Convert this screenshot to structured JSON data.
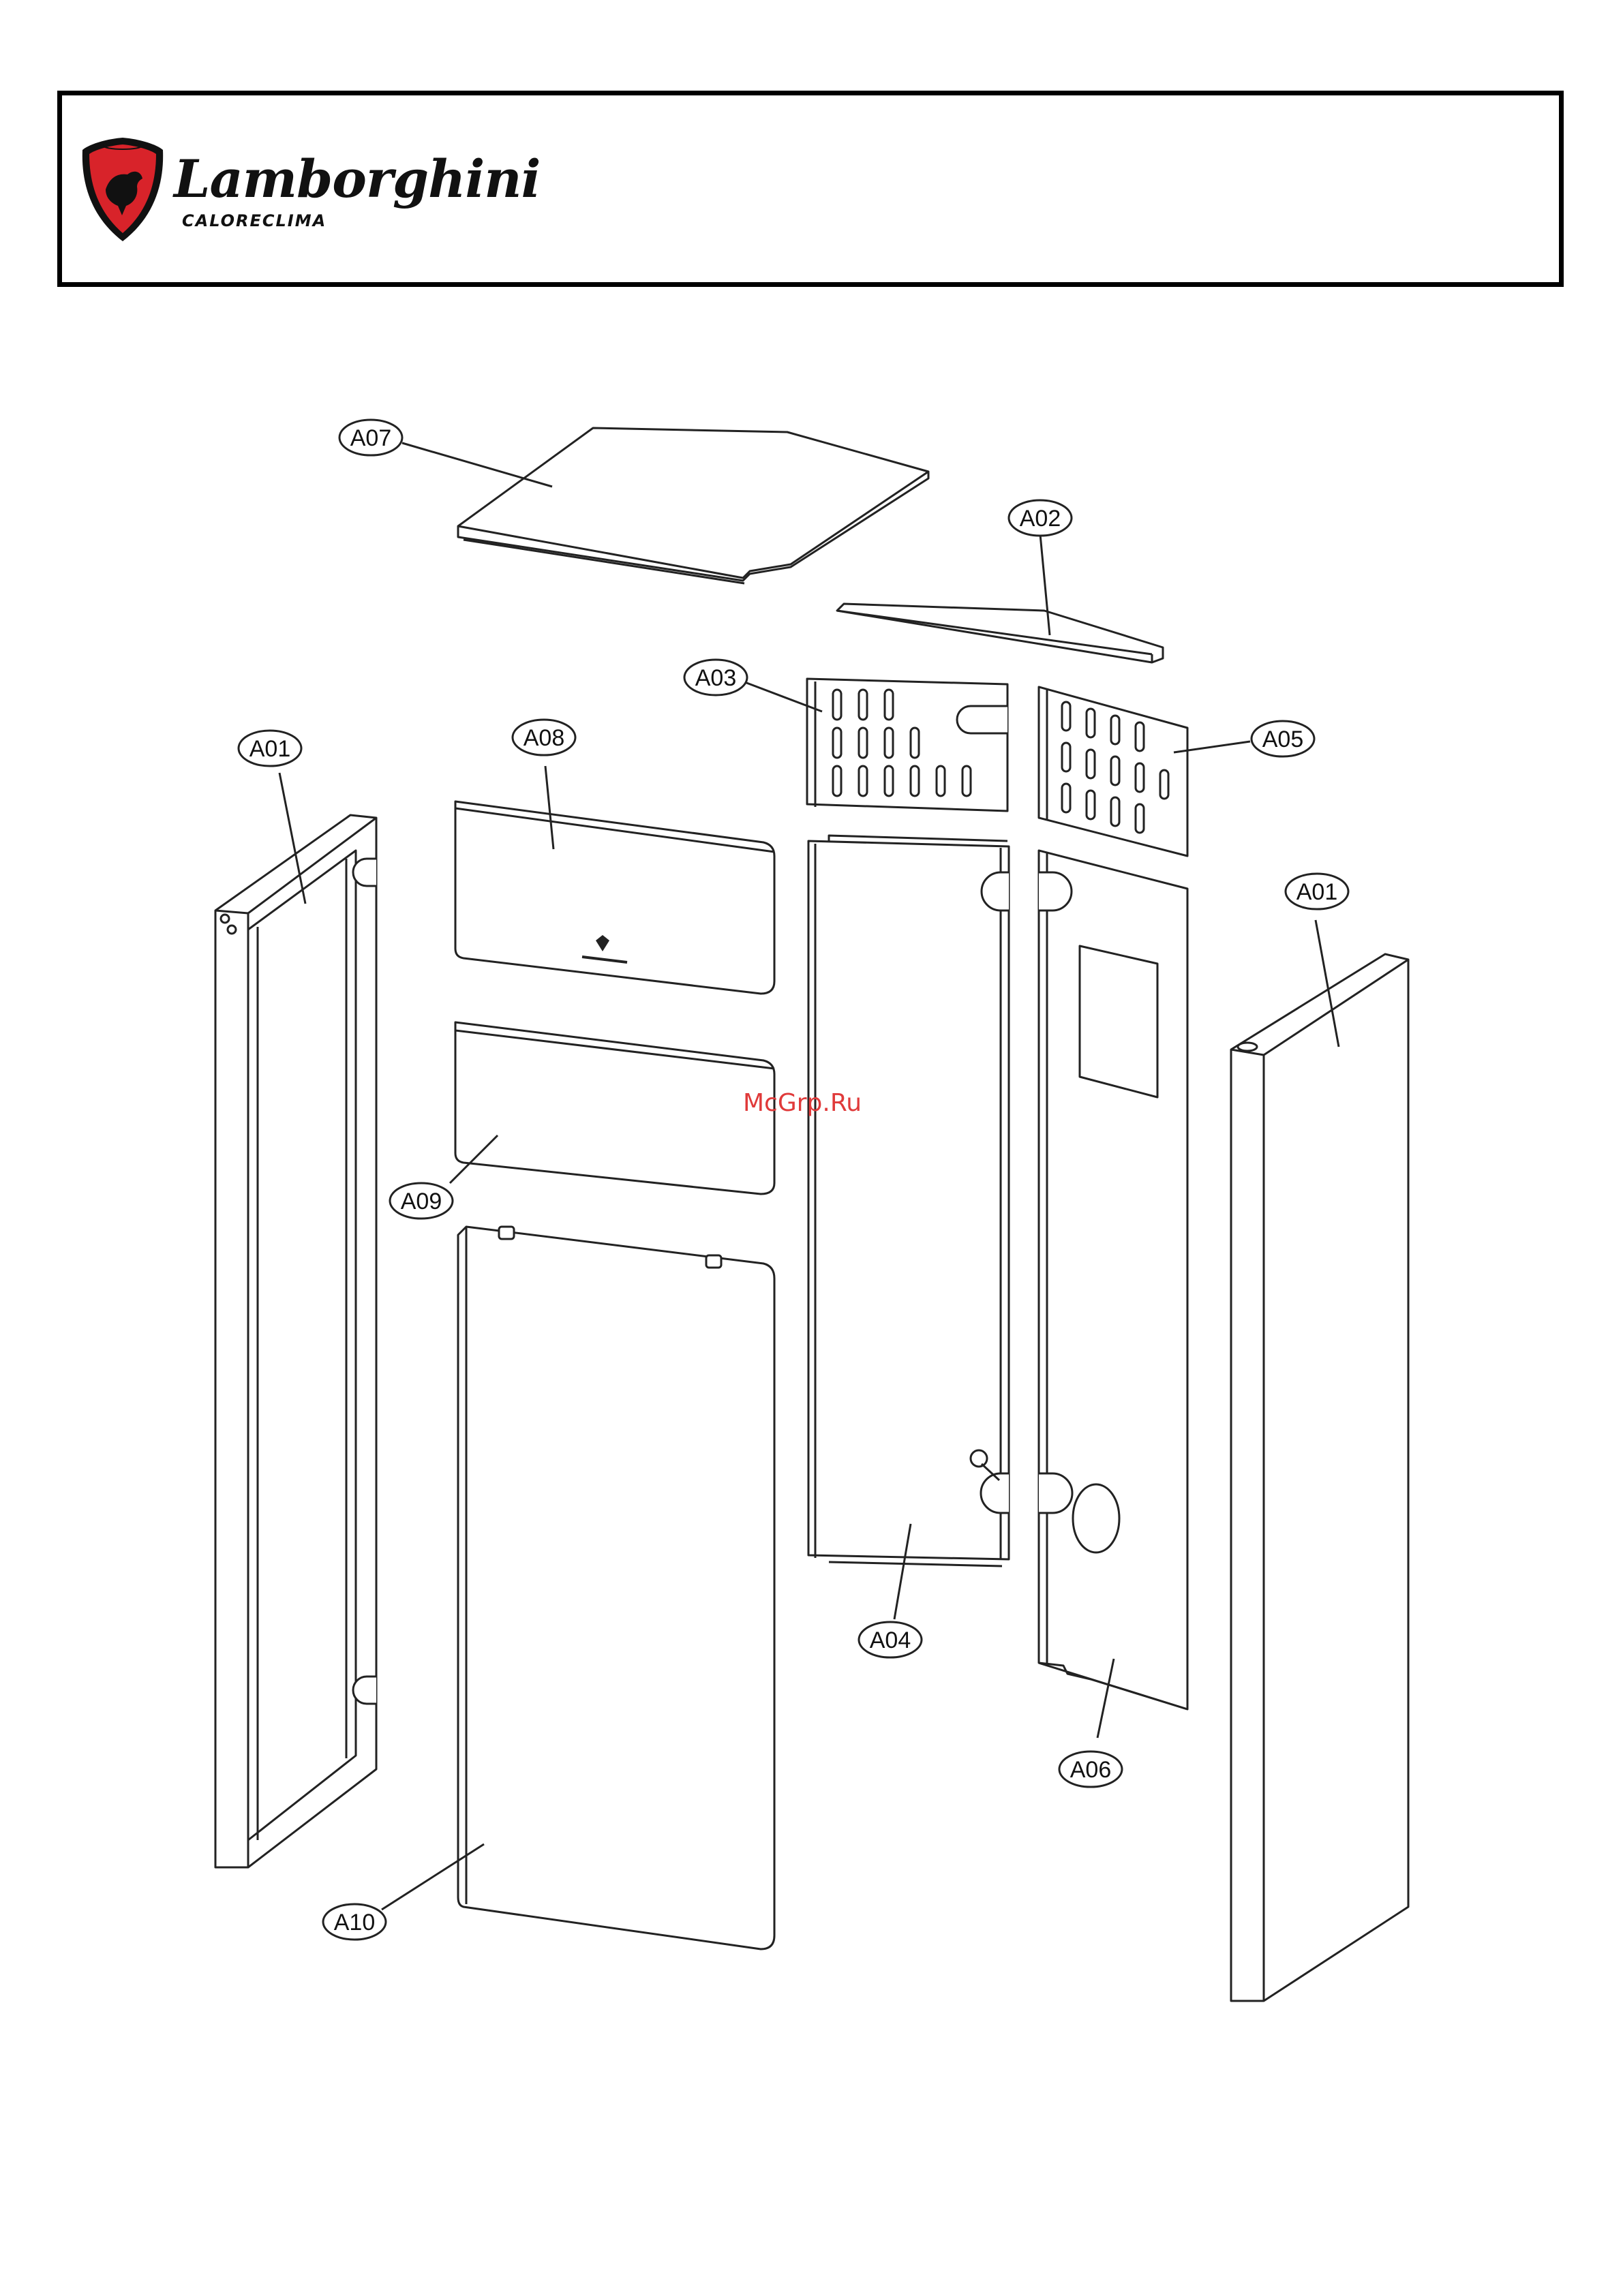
{
  "header": {
    "brand": "Lamborghini",
    "sub_brand": "CALORECLIMA"
  },
  "watermark": "McGrp.Ru",
  "callouts": {
    "a07": "A07",
    "a02": "A02",
    "a03": "A03",
    "a05": "A05",
    "a01_left": "A01",
    "a08": "A08",
    "a01_right": "A01",
    "a09": "A09",
    "a04": "A04",
    "a06": "A06",
    "a10": "A10"
  },
  "colors": {
    "line": "#222222",
    "brand_red": "#d8232a",
    "watermark": "#e03a3a"
  }
}
